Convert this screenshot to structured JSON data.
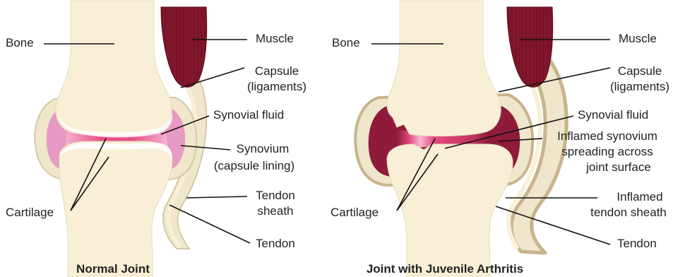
{
  "normal": {
    "caption": "Normal Joint",
    "labels": {
      "bone": "Bone",
      "muscle": "Muscle",
      "capsule_1": "Capsule",
      "capsule_2": "(ligaments)",
      "synovial_fluid": "Synovial fluid",
      "synovium_1": "Synovium",
      "synovium_2": "(capsule lining)",
      "tendon_sheath_1": "Tendon",
      "tendon_sheath_2": "sheath",
      "cartilage": "Cartilage",
      "tendon": "Tendon"
    }
  },
  "arthritis": {
    "caption": "Joint with Juvenile Arthritis",
    "labels": {
      "bone": "Bone",
      "muscle": "Muscle",
      "capsule_1": "Capsule",
      "capsule_2": "(ligaments)",
      "synovial_fluid": "Synovial fluid",
      "inflamed_1": "Inflamed synovium",
      "inflamed_2": "spreading across",
      "inflamed_3": "joint surface",
      "inflamed_sheath_1": "Inflamed",
      "inflamed_sheath_2": "tendon sheath",
      "cartilage": "Cartilage",
      "tendon": "Tendon"
    }
  },
  "colors": {
    "bone": "#f8efd6",
    "bone_edge": "#e6dcbd",
    "capsule": "#efe6cc",
    "muscle": "#8c1a2e",
    "synovium_normal": "#e79ac3",
    "fluid_normal": "#e84a7e",
    "synovium_inflamed": "#8e1b3a",
    "fluid_inflamed": "#e8457c",
    "inflamed_edge": "#c8b48c"
  }
}
